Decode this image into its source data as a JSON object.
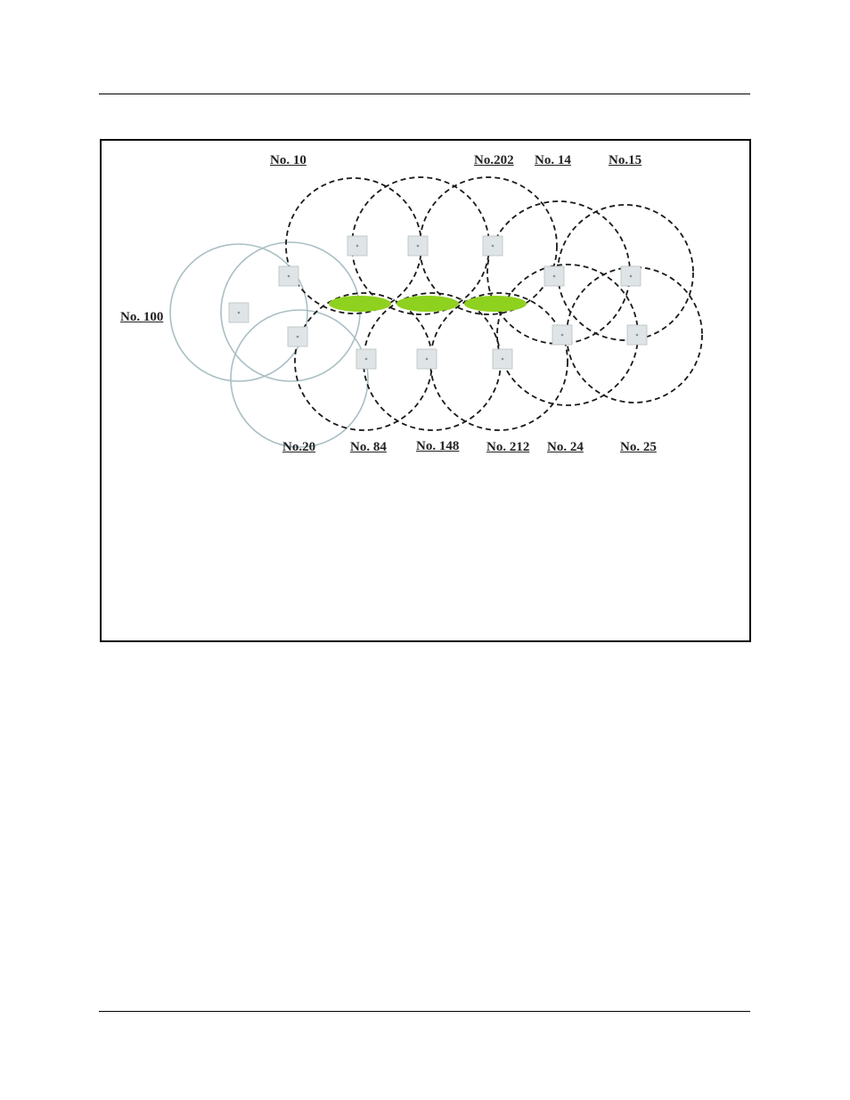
{
  "diagram": {
    "labels": {
      "no_100": "No. 100",
      "no_10": "No. 10",
      "no_202": "No.202",
      "no_14": "No. 14",
      "no_15": "No.15",
      "no_20": "No.20",
      "no_84": "No. 84",
      "no_148": "No. 148",
      "no_212": "No. 212",
      "no_24": "No. 24",
      "no_25": "No. 25"
    },
    "colors": {
      "solid_circle": "#a9bfc4",
      "dashed_circle": "#1a1a1a",
      "overlap_highlight": "#8fd11f",
      "node_fill": "#dfe4e6",
      "node_edge": "#b8c0c3"
    }
  }
}
